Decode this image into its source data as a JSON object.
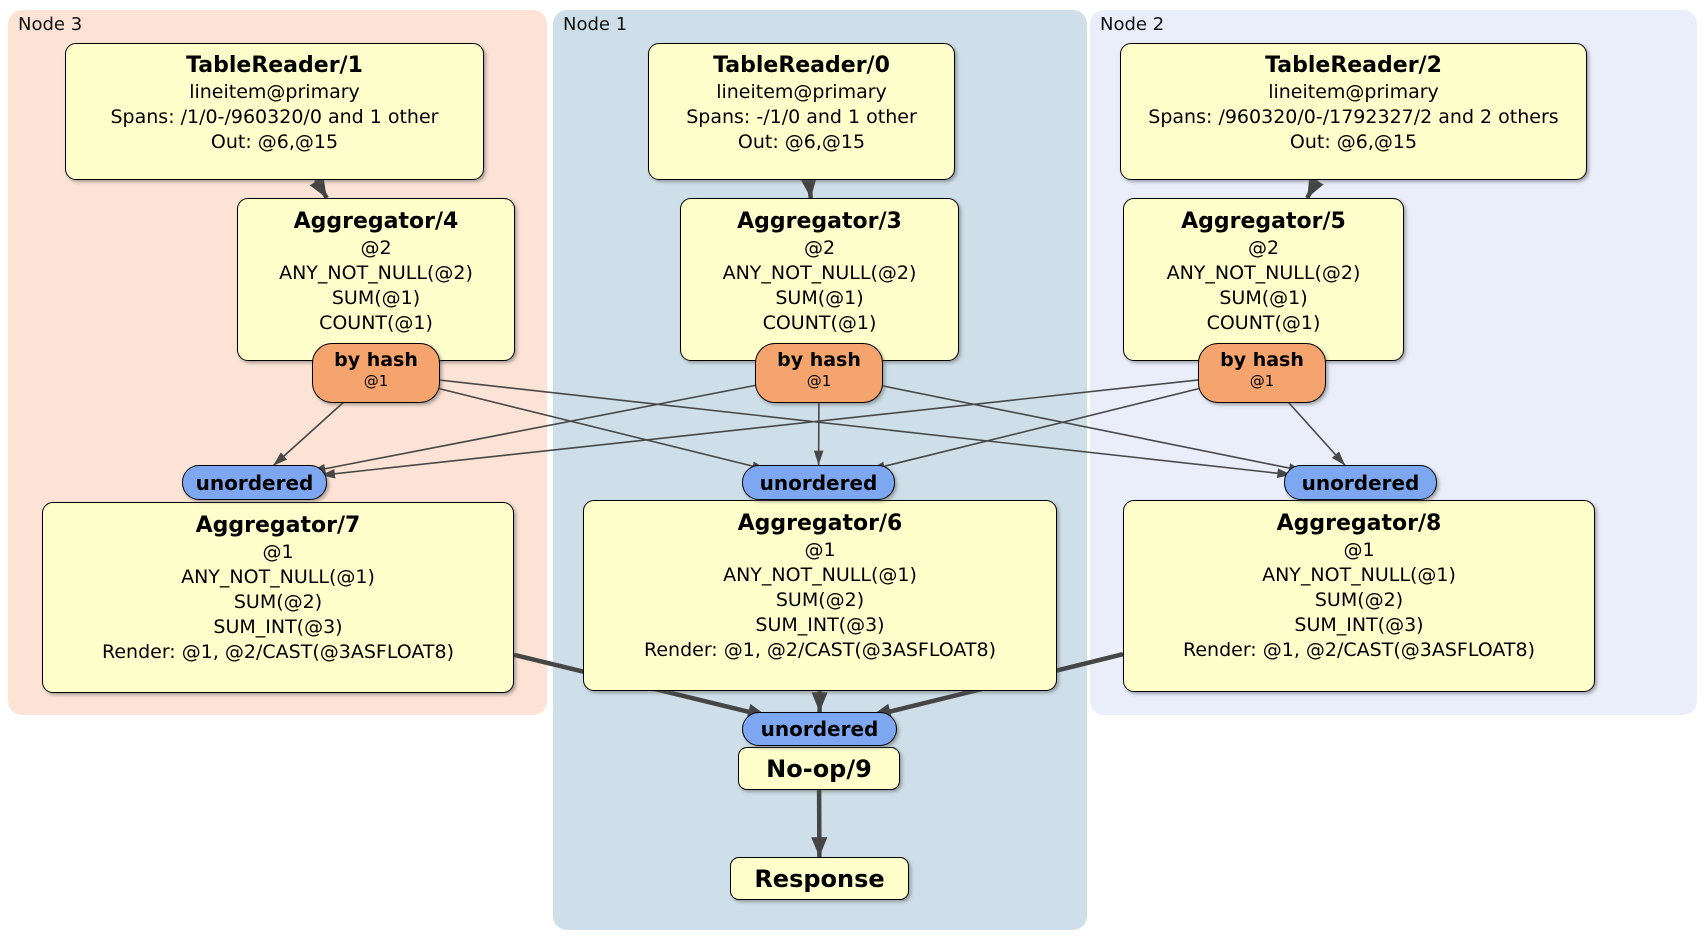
{
  "panels": [
    {
      "id": "node3",
      "label": "Node 3"
    },
    {
      "id": "node1",
      "label": "Node 1"
    },
    {
      "id": "node2",
      "label": "Node 2"
    }
  ],
  "nodes": {
    "tr1": {
      "title": "TableReader/1",
      "lines": [
        "lineitem@primary",
        "Spans: /1/0-/960320/0 and 1 other",
        "Out: @6,@15"
      ]
    },
    "tr0": {
      "title": "TableReader/0",
      "lines": [
        "lineitem@primary",
        "Spans: -/1/0 and 1 other",
        "Out: @6,@15"
      ]
    },
    "tr2": {
      "title": "TableReader/2",
      "lines": [
        "lineitem@primary",
        "Spans: /960320/0-/1792327/2 and 2 others",
        "Out: @6,@15"
      ]
    },
    "agg4": {
      "title": "Aggregator/4",
      "lines": [
        "@2",
        "ANY_NOT_NULL(@2)",
        "SUM(@1)",
        "COUNT(@1)"
      ]
    },
    "agg3": {
      "title": "Aggregator/3",
      "lines": [
        "@2",
        "ANY_NOT_NULL(@2)",
        "SUM(@1)",
        "COUNT(@1)"
      ]
    },
    "agg5": {
      "title": "Aggregator/5",
      "lines": [
        "@2",
        "ANY_NOT_NULL(@2)",
        "SUM(@1)",
        "COUNT(@1)"
      ]
    },
    "hash4": {
      "title": "by hash",
      "sub": "@1"
    },
    "hash3": {
      "title": "by hash",
      "sub": "@1"
    },
    "hash5": {
      "title": "by hash",
      "sub": "@1"
    },
    "un7": {
      "label": "unordered"
    },
    "un6": {
      "label": "unordered"
    },
    "un8": {
      "label": "unordered"
    },
    "agg7": {
      "title": "Aggregator/7",
      "lines": [
        "@1",
        "ANY_NOT_NULL(@1)",
        "SUM(@2)",
        "SUM_INT(@3)",
        "Render: @1, @2/CAST(@3ASFLOAT8)"
      ]
    },
    "agg6": {
      "title": "Aggregator/6",
      "lines": [
        "@1",
        "ANY_NOT_NULL(@1)",
        "SUM(@2)",
        "SUM_INT(@3)",
        "Render: @1, @2/CAST(@3ASFLOAT8)"
      ]
    },
    "agg8": {
      "title": "Aggregator/8",
      "lines": [
        "@1",
        "ANY_NOT_NULL(@1)",
        "SUM(@2)",
        "SUM_INT(@3)",
        "Render: @1, @2/CAST(@3ASFLOAT8)"
      ]
    },
    "unfinal": {
      "label": "unordered"
    },
    "noop": {
      "title": "No-op/9"
    },
    "response": {
      "title": "Response"
    }
  },
  "edges": [
    {
      "from": "hash4",
      "to": "un7",
      "style": "thin"
    },
    {
      "from": "hash4",
      "to": "un6",
      "style": "thin"
    },
    {
      "from": "hash4",
      "to": "un8",
      "style": "thin"
    },
    {
      "from": "hash3",
      "to": "un7",
      "style": "thin"
    },
    {
      "from": "hash3",
      "to": "un6",
      "style": "thin"
    },
    {
      "from": "hash3",
      "to": "un8",
      "style": "thin"
    },
    {
      "from": "hash5",
      "to": "un7",
      "style": "thin"
    },
    {
      "from": "hash5",
      "to": "un6",
      "style": "thin"
    },
    {
      "from": "hash5",
      "to": "un8",
      "style": "thin"
    },
    {
      "from": "tr1",
      "to": "agg4",
      "style": "thick"
    },
    {
      "from": "tr0",
      "to": "agg3",
      "style": "thick"
    },
    {
      "from": "tr2",
      "to": "agg5",
      "style": "thick"
    },
    {
      "from": "agg7",
      "to": "unfinal",
      "style": "thick"
    },
    {
      "from": "agg6",
      "to": "unfinal",
      "style": "thick"
    },
    {
      "from": "agg8",
      "to": "unfinal",
      "style": "thick"
    },
    {
      "from": "noop",
      "to": "response",
      "style": "thick"
    }
  ],
  "colors": {
    "panel_node3": "#fce3d5",
    "panel_node1": "#cedfe9",
    "panel_node2": "#e9eefa",
    "box_fill": "#ffffcc",
    "hash_fill": "#f4a46c",
    "unordered_fill": "#7ea7f2",
    "edge_thin": "#474747",
    "edge_thick": "#454545"
  }
}
